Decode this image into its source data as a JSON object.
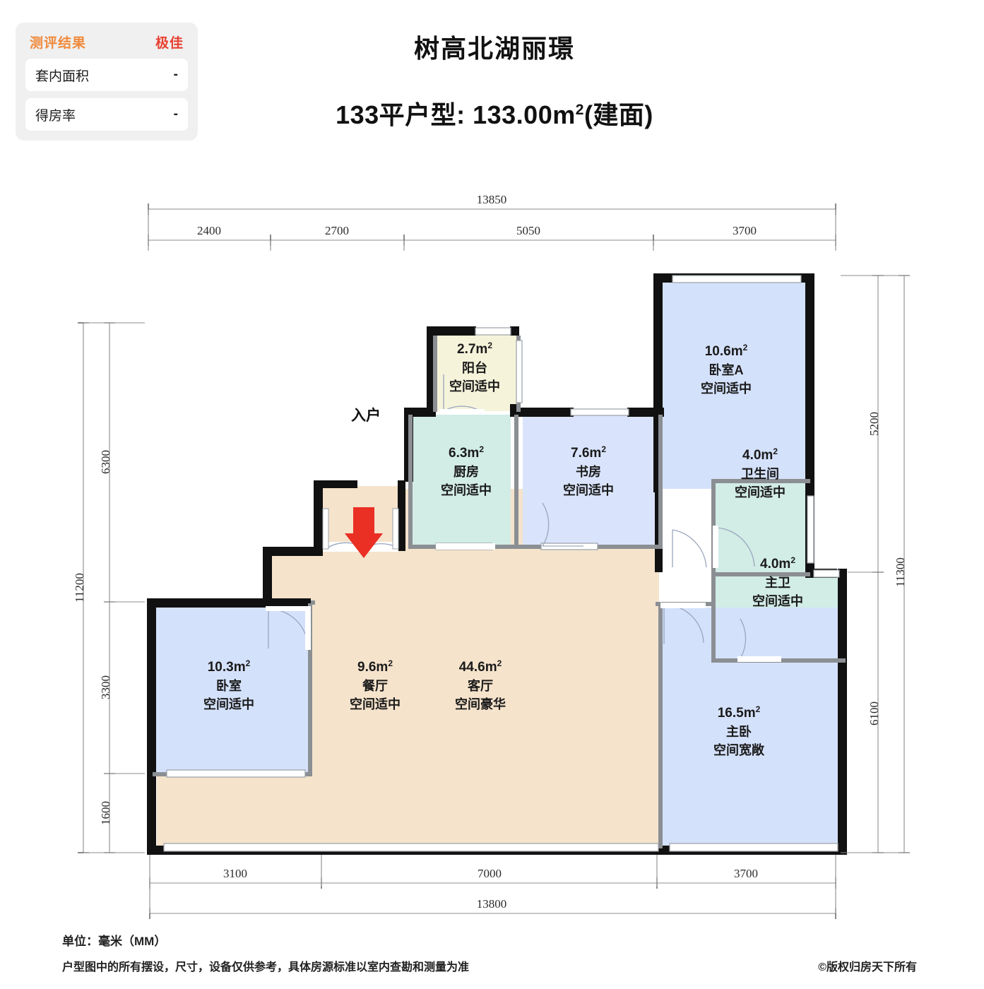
{
  "eval_card": {
    "heading_label": "测评结果",
    "heading_value": "极佳",
    "rows": [
      {
        "label": "套内面积",
        "value": "-"
      },
      {
        "label": "得房率",
        "value": "-"
      }
    ]
  },
  "header": {
    "title": "树高北湖丽璟",
    "subtitle_prefix": "133平户型: 133.00m",
    "subtitle_sup": "2",
    "subtitle_suffix": "(建面)"
  },
  "floorplan": {
    "entry_label": "入户",
    "rooms": [
      {
        "key": "balcony",
        "area": "2.7m",
        "sup": "2",
        "name": "阳台",
        "comment": "空间适中",
        "color": "#f5f3da"
      },
      {
        "key": "kitchen",
        "area": "6.3m",
        "sup": "2",
        "name": "厨房",
        "comment": "空间适中",
        "color": "#d2ece6"
      },
      {
        "key": "study",
        "area": "7.6m",
        "sup": "2",
        "name": "书房",
        "comment": "空间适中",
        "color": "#d9e4fc"
      },
      {
        "key": "bedroom_a",
        "area": "10.6m",
        "sup": "2",
        "name": "卧室A",
        "comment": "空间适中",
        "color": "#d4e1fb"
      },
      {
        "key": "bathroom",
        "area": "4.0m",
        "sup": "2",
        "name": "卫生间",
        "comment": "空间适中",
        "color": "#d2ece6"
      },
      {
        "key": "master_bath",
        "area": "4.0m",
        "sup": "2",
        "name": "主卫",
        "comment": "空间适中",
        "color": "#d2ece6"
      },
      {
        "key": "master_bed",
        "area": "16.5m",
        "sup": "2",
        "name": "主卧",
        "comment": "空间宽敞",
        "color": "#d4e1fb"
      },
      {
        "key": "bedroom",
        "area": "10.3m",
        "sup": "2",
        "name": "卧室",
        "comment": "空间适中",
        "color": "#d4e1fb"
      },
      {
        "key": "dining",
        "area": "9.6m",
        "sup": "2",
        "name": "餐厅",
        "comment": "空间适中",
        "color": "#f5e3cc"
      },
      {
        "key": "living",
        "area": "44.6m",
        "sup": "2",
        "name": "客厅",
        "comment": "空间豪华",
        "color": "#f5e3cc"
      }
    ],
    "dimensions": {
      "top_total": "13850",
      "top_segments": [
        "2400",
        "2700",
        "5050",
        "3700"
      ],
      "bottom_total": "13800",
      "bottom_segments": [
        "3100",
        "7000",
        "3700"
      ],
      "left_total": "11200",
      "left_segments": [
        "6300",
        "3300",
        "1600"
      ],
      "right_total": "11300",
      "right_segments": [
        "5200",
        "6100"
      ]
    }
  },
  "footer": {
    "unit_note": "单位：毫米（MM）",
    "disclaimer": "户型图中的所有摆设，尺寸，设备仅供参考，具体房源标准以室内查勘和测量为准",
    "copyright": "©版权归房天下所有"
  },
  "colors": {
    "accent_orange": "#f08a3c",
    "accent_red": "#e8402f",
    "wall": "#111111",
    "beige": "#f5e3cc",
    "blue": "#d4e1fb",
    "green": "#d2ece6",
    "yellow": "#f5f3da",
    "arrow_red": "#ea2f24"
  }
}
